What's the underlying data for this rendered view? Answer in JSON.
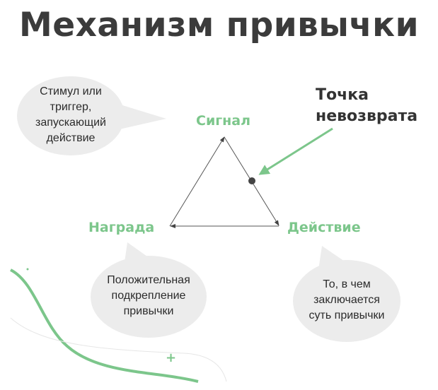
{
  "title": "Механизм привычки",
  "nodes": {
    "signal": "Сигнал",
    "action": "Действие",
    "reward": "Награда"
  },
  "point_of_no_return": {
    "line1": "Точка",
    "line2": "невозврата"
  },
  "bubbles": {
    "signal": [
      "Стимул или",
      "триггер,",
      "запускающий",
      "действие"
    ],
    "reward": [
      "Положительная",
      "подкрепление",
      "привычки"
    ],
    "action": [
      "То, в чем",
      "заключается",
      "суть привычки"
    ]
  },
  "colors": {
    "accent": "#7cc68b",
    "bubble": "#ececec",
    "text": "#3b3b3b"
  }
}
